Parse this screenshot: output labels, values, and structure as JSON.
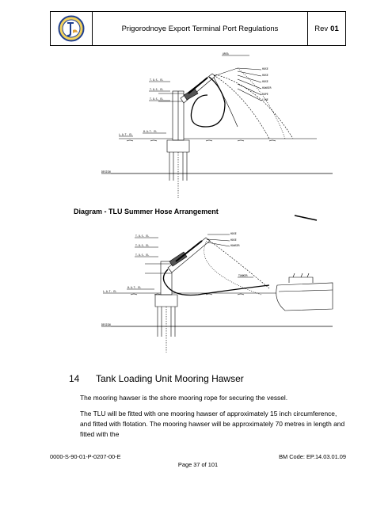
{
  "header": {
    "title": "Prigorodnoye Export Terminal Port Regulations",
    "rev_label": "Rev",
    "rev_value": "01"
  },
  "figure1": {
    "caption": "Diagram - TLU Summer Hose Arrangement"
  },
  "section": {
    "number": "14",
    "title": "Tank Loading Unit  Mooring Hawser"
  },
  "body": {
    "p1": "The mooring hawser is the shore mooring rope for securing the vessel.",
    "p2": "The TLU will be fitted with one mooring hawser of approximately 15 inch circumference, and fitted with flotation. The mooring hawser will be approximately 70 metres in length and fitted with the"
  },
  "footer": {
    "doc_code": "0000-S-90-01-P-0207-00-E",
    "bm_code": "BM Code: EP.14.03.01.09",
    "page": "Page 37 of 101"
  }
}
